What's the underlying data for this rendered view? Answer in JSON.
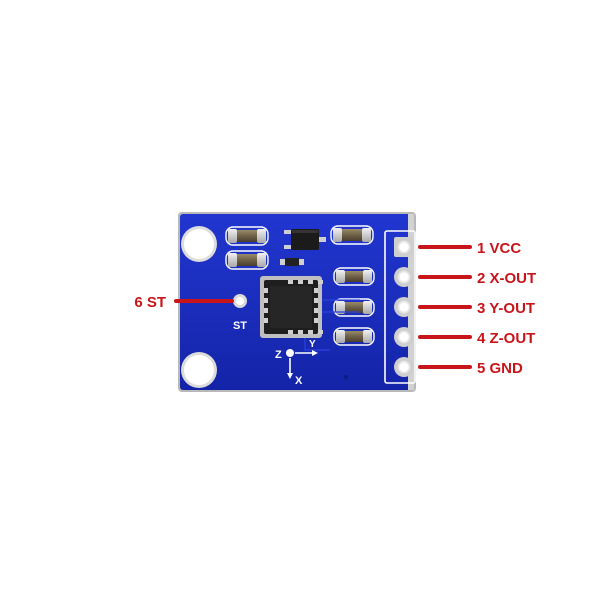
{
  "board": {
    "silkscreen_st": "ST",
    "axis_z": "Z",
    "axis_y": "Y",
    "axis_x": "X",
    "pcb_color": "#1a2ec0",
    "edge_color": "#c9c9c9",
    "accent": "#c8151a"
  },
  "pins": [
    {
      "label": "1 VCC"
    },
    {
      "label": "2 X-OUT"
    },
    {
      "label": "3 Y-OUT"
    },
    {
      "label": "4 Z-OUT"
    },
    {
      "label": "5 GND"
    }
  ],
  "side_pin": {
    "label": "6 ST"
  }
}
